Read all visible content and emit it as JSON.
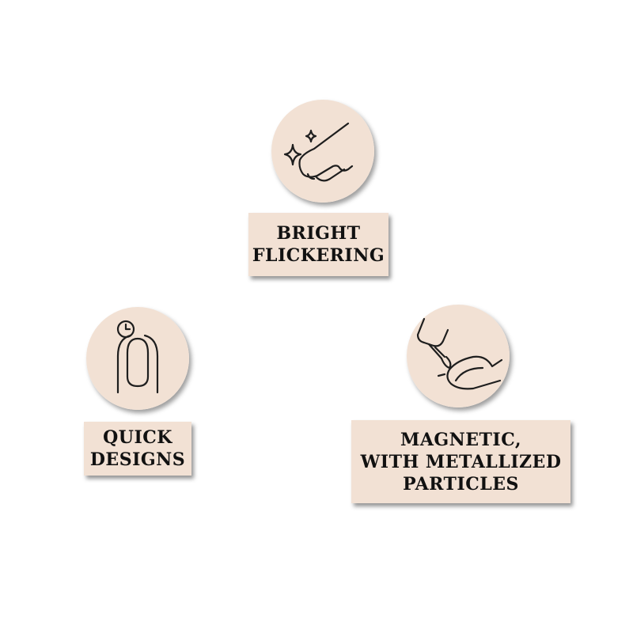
{
  "colors": {
    "badge_fill": "#f2e1d4",
    "icon_stroke": "#1e1e1e",
    "text": "#111111"
  },
  "features": [
    {
      "label": "BRIGHT\nFLICKERING",
      "icon": "sparkle-nail-icon"
    },
    {
      "label": "QUICK\nDESIGNS",
      "icon": "clock-nail-icon"
    },
    {
      "label": "MAGNETIC,\nWITH  METALLIZED\nPARTICLES",
      "icon": "brush-nail-icon"
    }
  ]
}
